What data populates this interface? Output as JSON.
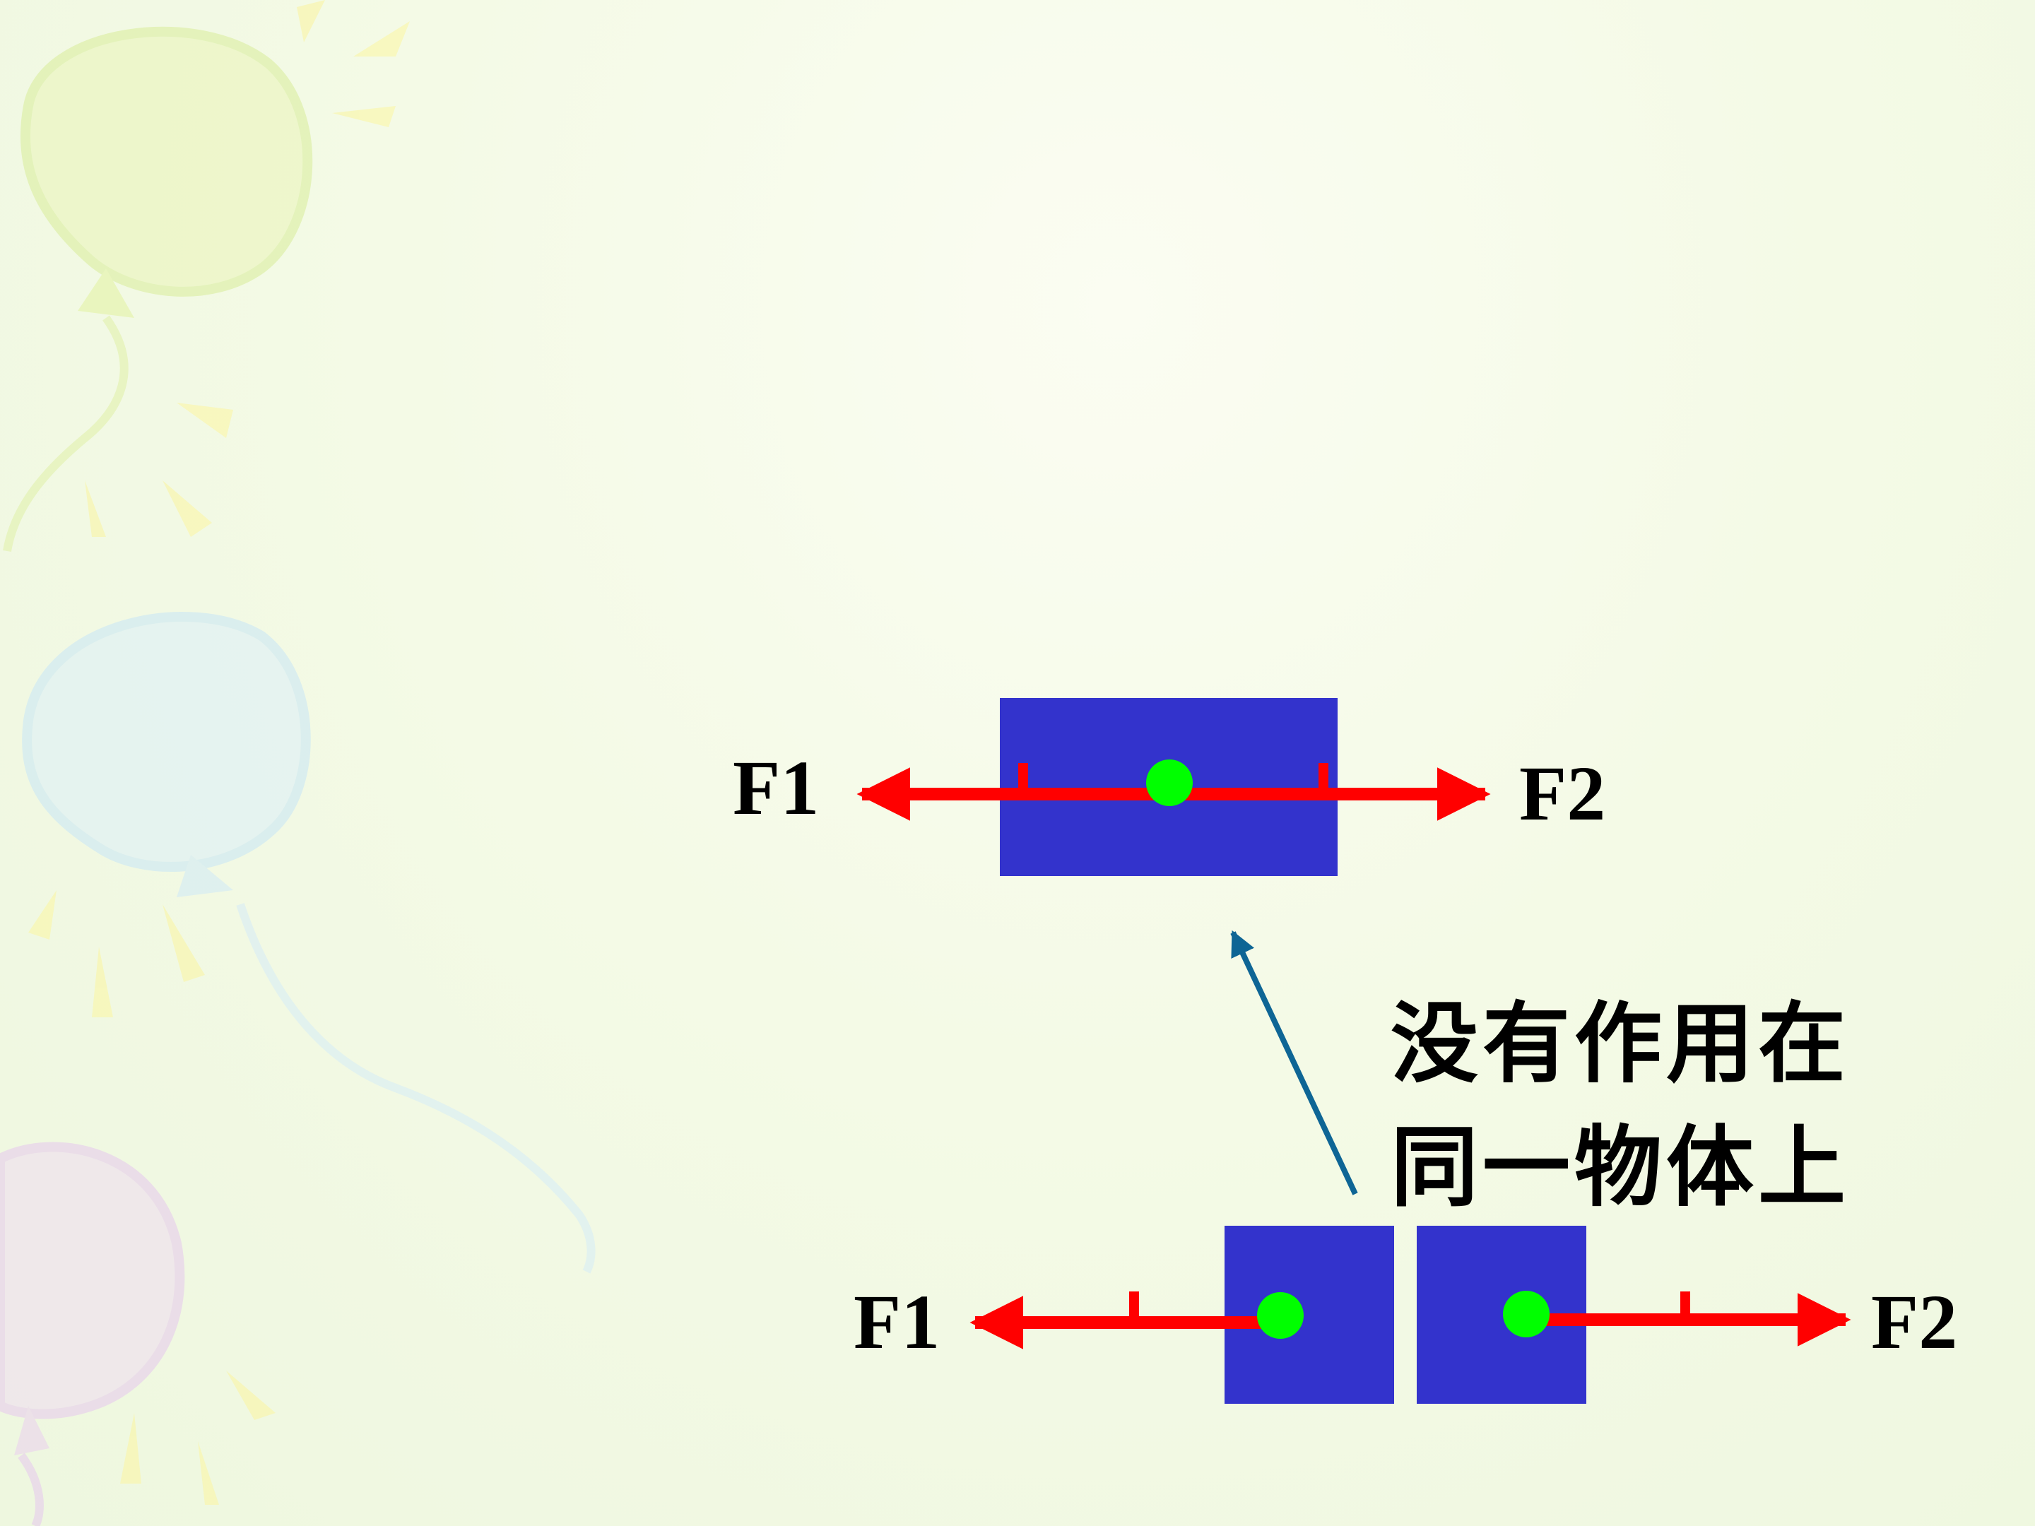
{
  "colors": {
    "block": "#3333cc",
    "force": "#ff0000",
    "point": "#00ff00",
    "pointer": "#0e6595",
    "text": "#000000"
  },
  "top_diagram": {
    "left_label": "F1",
    "right_label": "F2"
  },
  "bottom_diagram": {
    "left_label": "F1",
    "right_label": "F2"
  },
  "caption": {
    "line1": "没有作用在",
    "line2": "同一物体上"
  },
  "decorations": [
    "balloon-yellow",
    "balloon-blue",
    "balloon-purple"
  ]
}
